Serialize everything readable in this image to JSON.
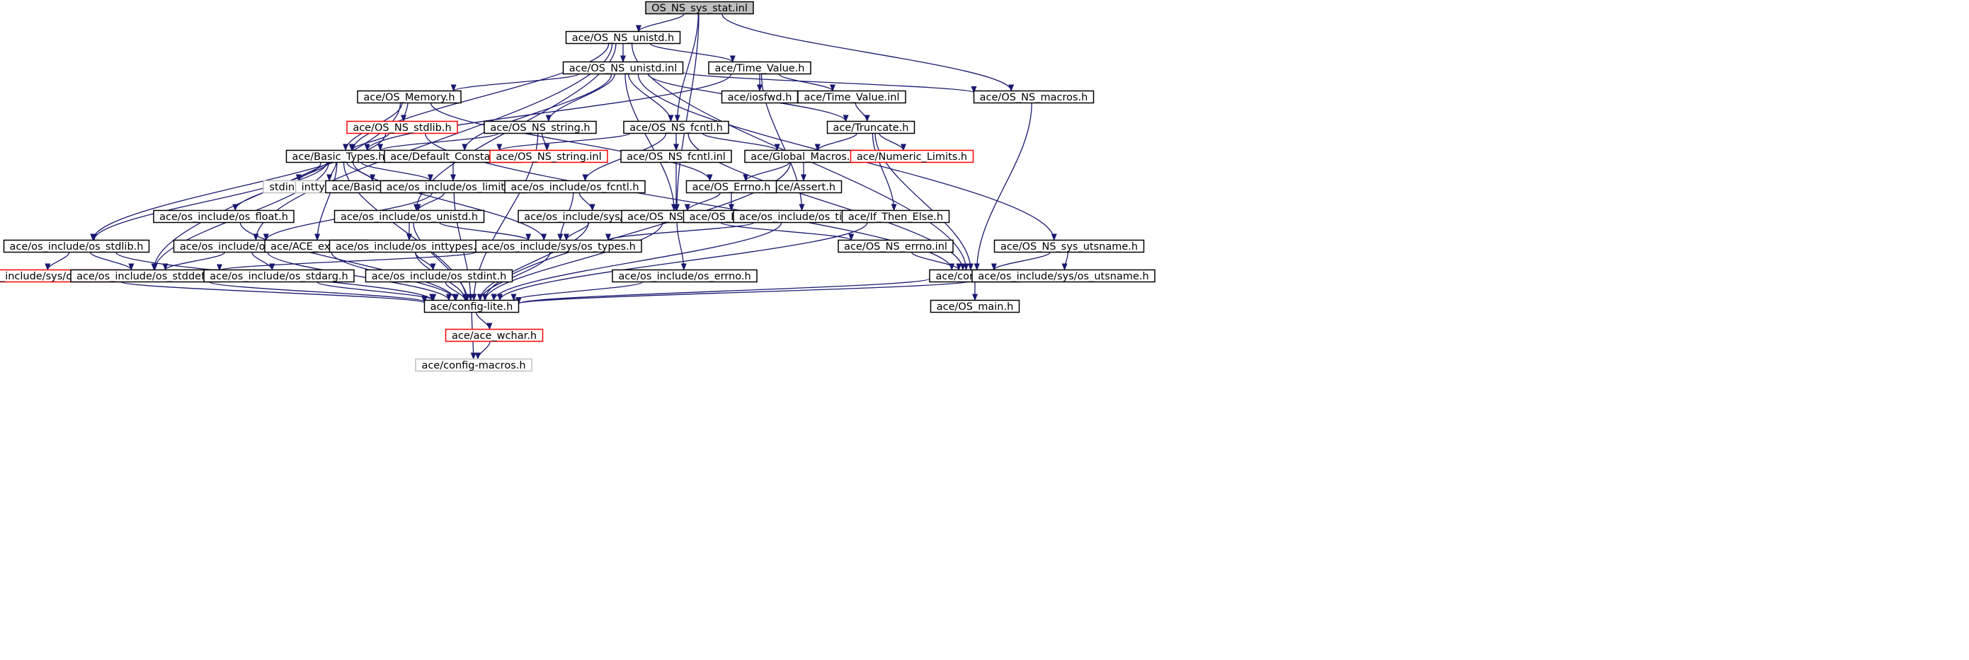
{
  "graph": {
    "title": "OS_NS_sys_stat.inl",
    "colors": {
      "edge": "#191970",
      "root_fill": "#bfbfbf",
      "normal_border": "#000000",
      "truncated_border": "#ff0000",
      "external_border": "#bfbfbf",
      "node_fill": "#ffffff"
    },
    "nodes": [
      {
        "id": "root",
        "label": "OS_NS_sys_stat.inl",
        "style": "root"
      },
      {
        "id": "unistd_h",
        "label": "ace/OS_NS_unistd.h",
        "style": "normal"
      },
      {
        "id": "unistd_inl",
        "label": "ace/OS_NS_unistd.inl",
        "style": "normal"
      },
      {
        "id": "time_value_h",
        "label": "ace/Time_Value.h",
        "style": "normal"
      },
      {
        "id": "os_memory",
        "label": "ace/OS_Memory.h",
        "style": "normal"
      },
      {
        "id": "iosfwd",
        "label": "ace/iosfwd.h",
        "style": "normal"
      },
      {
        "id": "time_value_inl",
        "label": "ace/Time_Value.inl",
        "style": "normal"
      },
      {
        "id": "macros_h",
        "label": "ace/OS_NS_macros.h",
        "style": "normal"
      },
      {
        "id": "stdlib_h",
        "label": "ace/OS_NS_stdlib.h",
        "style": "truncated"
      },
      {
        "id": "string_h",
        "label": "ace/OS_NS_string.h",
        "style": "normal"
      },
      {
        "id": "fcntl_h",
        "label": "ace/OS_NS_fcntl.h",
        "style": "normal"
      },
      {
        "id": "truncate",
        "label": "ace/Truncate.h",
        "style": "normal"
      },
      {
        "id": "basic_types_h",
        "label": "ace/Basic_Types.h",
        "style": "normal"
      },
      {
        "id": "default_constants",
        "label": "ace/Default_Constants.h",
        "style": "normal"
      },
      {
        "id": "string_inl",
        "label": "ace/OS_NS_string.inl",
        "style": "truncated"
      },
      {
        "id": "fcntl_inl",
        "label": "ace/OS_NS_fcntl.inl",
        "style": "normal"
      },
      {
        "id": "global_macros",
        "label": "ace/Global_Macros.h",
        "style": "normal"
      },
      {
        "id": "numeric_limits",
        "label": "ace/Numeric_Limits.h",
        "style": "truncated"
      },
      {
        "id": "stdint",
        "label": "stdint.h",
        "style": "external"
      },
      {
        "id": "inttypes",
        "label": "inttypes.h",
        "style": "external"
      },
      {
        "id": "basic_types_inl",
        "label": "ace/Basic_Types.inl",
        "style": "normal"
      },
      {
        "id": "os_limits",
        "label": "ace/os_include/os_limits.h",
        "style": "normal"
      },
      {
        "id": "os_fcntl_inc",
        "label": "ace/os_include/os_fcntl.h",
        "style": "normal"
      },
      {
        "id": "assert_h",
        "label": "ace/Assert.h",
        "style": "normal"
      },
      {
        "id": "os_errno_h",
        "label": "ace/OS_Errno.h",
        "style": "normal"
      },
      {
        "id": "os_float",
        "label": "ace/os_include/os_float.h",
        "style": "normal"
      },
      {
        "id": "os_unistd_inc",
        "label": "ace/os_include/os_unistd.h",
        "style": "normal"
      },
      {
        "id": "sys_os_stat",
        "label": "ace/os_include/sys/os_stat.h",
        "style": "normal"
      },
      {
        "id": "ns_errno_h",
        "label": "ace/OS_NS_errno.h",
        "style": "normal"
      },
      {
        "id": "os_errno_inl",
        "label": "ace/OS_Errno.inl",
        "style": "normal"
      },
      {
        "id": "os_time_inc",
        "label": "ace/os_include/os_time.h",
        "style": "normal"
      },
      {
        "id": "if_then_else",
        "label": "ace/If_Then_Else.h",
        "style": "normal"
      },
      {
        "id": "os_stdlib_inc",
        "label": "ace/os_include/os_stdlib.h",
        "style": "normal"
      },
      {
        "id": "os_stdio_inc",
        "label": "ace/os_include/os_stdio.h",
        "style": "normal"
      },
      {
        "id": "ace_export",
        "label": "ace/ACE_export.h",
        "style": "normal"
      },
      {
        "id": "os_inttypes_inc",
        "label": "ace/os_include/os_inttypes.h",
        "style": "normal"
      },
      {
        "id": "sys_os_types",
        "label": "ace/os_include/sys/os_types.h",
        "style": "normal"
      },
      {
        "id": "ns_errno_inl",
        "label": "ace/OS_NS_errno.inl",
        "style": "normal"
      },
      {
        "id": "ns_sys_utsname_h",
        "label": "ace/OS_NS_sys_utsname.h",
        "style": "normal"
      },
      {
        "id": "sys_os_wait",
        "label": "ace/os_include/sys/os_wait.h",
        "style": "truncated"
      },
      {
        "id": "os_stddef_inc",
        "label": "ace/os_include/os_stddef.h",
        "style": "normal"
      },
      {
        "id": "os_stdarg_inc",
        "label": "ace/os_include/os_stdarg.h",
        "style": "normal"
      },
      {
        "id": "os_stdint_inc",
        "label": "ace/os_include/os_stdint.h",
        "style": "normal"
      },
      {
        "id": "os_errno_inc",
        "label": "ace/os_include/os_errno.h",
        "style": "normal"
      },
      {
        "id": "config_all",
        "label": "ace/config-all.h",
        "style": "normal"
      },
      {
        "id": "sys_os_utsname",
        "label": "ace/os_include/sys/os_utsname.h",
        "style": "normal"
      },
      {
        "id": "config_lite",
        "label": "ace/config-lite.h",
        "style": "normal"
      },
      {
        "id": "os_main",
        "label": "ace/OS_main.h",
        "style": "normal"
      },
      {
        "id": "ace_wchar",
        "label": "ace/ace_wchar.h",
        "style": "truncated"
      },
      {
        "id": "config_macros",
        "label": "ace/config-macros.h",
        "style": "external"
      }
    ],
    "edges": [
      [
        "root",
        "unistd_h"
      ],
      [
        "root",
        "fcntl_h"
      ],
      [
        "root",
        "ns_errno_h"
      ],
      [
        "root",
        "macros_h"
      ],
      [
        "unistd_h",
        "unistd_inl"
      ],
      [
        "unistd_h",
        "time_value_h"
      ],
      [
        "unistd_h",
        "basic_types_h"
      ],
      [
        "unistd_h",
        "os_unistd_inc"
      ],
      [
        "unistd_h",
        "os_stdio_inc"
      ],
      [
        "unistd_h",
        "config_all"
      ],
      [
        "unistd_inl",
        "os_memory"
      ],
      [
        "unistd_inl",
        "string_h"
      ],
      [
        "unistd_inl",
        "fcntl_h"
      ],
      [
        "unistd_inl",
        "default_constants"
      ],
      [
        "unistd_inl",
        "ns_errno_h"
      ],
      [
        "unistd_inl",
        "macros_h"
      ],
      [
        "unistd_inl",
        "truncate"
      ],
      [
        "unistd_inl",
        "ns_sys_utsname_h"
      ],
      [
        "time_value_h",
        "iosfwd"
      ],
      [
        "time_value_h",
        "time_value_inl"
      ],
      [
        "time_value_h",
        "basic_types_h"
      ],
      [
        "time_value_h",
        "os_time_inc"
      ],
      [
        "time_value_inl",
        "truncate"
      ],
      [
        "os_memory",
        "stdlib_h"
      ],
      [
        "os_memory",
        "basic_types_h"
      ],
      [
        "os_memory",
        "os_errno_h"
      ],
      [
        "os_memory",
        "os_stddef_inc"
      ],
      [
        "stdlib_h",
        "basic_types_h"
      ],
      [
        "stdlib_h",
        "os_stdlib_inc"
      ],
      [
        "stdlib_h",
        "config_all"
      ],
      [
        "string_h",
        "string_inl"
      ],
      [
        "string_h",
        "basic_types_h"
      ],
      [
        "string_h",
        "config_lite"
      ],
      [
        "fcntl_h",
        "fcntl_inl"
      ],
      [
        "fcntl_h",
        "global_macros"
      ],
      [
        "fcntl_h",
        "os_fcntl_inc"
      ],
      [
        "fcntl_h",
        "default_constants"
      ],
      [
        "fcntl_h",
        "config_all"
      ],
      [
        "truncate",
        "global_macros"
      ],
      [
        "truncate",
        "numeric_limits"
      ],
      [
        "truncate",
        "if_then_else"
      ],
      [
        "truncate",
        "config_all"
      ],
      [
        "basic_types_h",
        "stdint"
      ],
      [
        "basic_types_h",
        "inttypes"
      ],
      [
        "basic_types_h",
        "basic_types_inl"
      ],
      [
        "basic_types_h",
        "os_limits"
      ],
      [
        "basic_types_h",
        "os_float"
      ],
      [
        "basic_types_h",
        "ace_export"
      ],
      [
        "basic_types_h",
        "sys_os_types"
      ],
      [
        "basic_types_h",
        "os_stdlib_inc"
      ],
      [
        "basic_types_h",
        "os_stddef_inc"
      ],
      [
        "basic_types_h",
        "config_lite"
      ],
      [
        "default_constants",
        "os_limits"
      ],
      [
        "fcntl_inl",
        "ns_errno_h"
      ],
      [
        "global_macros",
        "assert_h"
      ],
      [
        "global_macros",
        "os_errno_h"
      ],
      [
        "global_macros",
        "config_lite"
      ],
      [
        "os_limits",
        "os_unistd_inc"
      ],
      [
        "os_limits",
        "os_stdio_inc"
      ],
      [
        "os_limits",
        "config_lite"
      ],
      [
        "os_fcntl_inc",
        "sys_os_stat"
      ],
      [
        "os_fcntl_inc",
        "sys_os_types"
      ],
      [
        "os_errno_h",
        "os_errno_inl"
      ],
      [
        "os_errno_h",
        "ns_errno_h"
      ],
      [
        "os_float",
        "config_lite"
      ],
      [
        "os_unistd_inc",
        "os_inttypes_inc"
      ],
      [
        "os_unistd_inc",
        "sys_os_types"
      ],
      [
        "os_unistd_inc",
        "config_lite"
      ],
      [
        "sys_os_stat",
        "sys_os_types"
      ],
      [
        "sys_os_stat",
        "config_lite"
      ],
      [
        "ns_errno_h",
        "os_errno_inc"
      ],
      [
        "ns_errno_h",
        "ns_errno_inl"
      ],
      [
        "ns_errno_h",
        "config_lite"
      ],
      [
        "os_time_inc",
        "sys_os_types"
      ],
      [
        "os_time_inc",
        "config_lite"
      ],
      [
        "if_then_else",
        "config_lite"
      ],
      [
        "os_stdlib_inc",
        "sys_os_wait"
      ],
      [
        "os_stdlib_inc",
        "os_stddef_inc"
      ],
      [
        "os_stdlib_inc",
        "config_lite"
      ],
      [
        "os_stdio_inc",
        "os_stdarg_inc"
      ],
      [
        "os_stdio_inc",
        "os_stddef_inc"
      ],
      [
        "os_stdio_inc",
        "config_lite"
      ],
      [
        "ace_export",
        "config_lite"
      ],
      [
        "os_inttypes_inc",
        "os_stdint_inc"
      ],
      [
        "os_inttypes_inc",
        "config_lite"
      ],
      [
        "sys_os_types",
        "os_stddef_inc"
      ],
      [
        "sys_os_types",
        "config_lite"
      ],
      [
        "ns_errno_inl",
        "config_all"
      ],
      [
        "ns_sys_utsname_h",
        "sys_os_utsname"
      ],
      [
        "ns_sys_utsname_h",
        "config_all"
      ],
      [
        "macros_h",
        "config_all"
      ],
      [
        "sys_os_wait",
        "config_lite"
      ],
      [
        "os_stddef_inc",
        "config_lite"
      ],
      [
        "os_stdarg_inc",
        "config_lite"
      ],
      [
        "os_stdint_inc",
        "config_lite"
      ],
      [
        "os_errno_inc",
        "config_lite"
      ],
      [
        "config_all",
        "config_lite"
      ],
      [
        "config_all",
        "os_main"
      ],
      [
        "sys_os_utsname",
        "config_lite"
      ],
      [
        "config_lite",
        "ace_wchar"
      ],
      [
        "config_lite",
        "config_macros"
      ],
      [
        "ace_wchar",
        "config_macros"
      ]
    ]
  }
}
